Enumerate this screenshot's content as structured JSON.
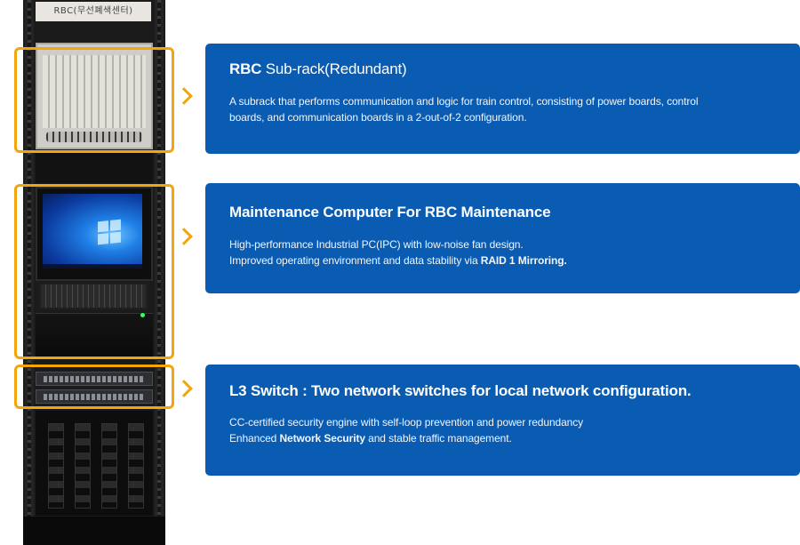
{
  "rack": {
    "label": "RBC(무선폐색센터)"
  },
  "colors": {
    "card_background": "#0a5bb2",
    "highlight": "#f2a50c",
    "text": "#ffffff"
  },
  "cards": [
    {
      "title_bold": "RBC",
      "title_rest": " Sub-rack(Redundant)",
      "description_line1": "A subrack that performs communication and logic for train control, consisting of power boards, control",
      "description_line2": "boards, and communication boards in a 2-out-of-2 configuration."
    },
    {
      "title": "Maintenance Computer For RBC Maintenance",
      "description_line1": "High-performance Industrial PC(IPC) with low-noise fan design.",
      "description_line2_prefix": "Improved operating environment and data stability via ",
      "description_line2_bold": "RAID 1 Mirroring."
    },
    {
      "title": "L3 Switch : Two network switches for local network configuration.",
      "description_line1": "CC-certified security engine with self-loop prevention and power redundancy",
      "description_line2_prefix": "Enhanced ",
      "description_line2_bold": "Network Security",
      "description_line2_suffix": " and stable traffic management."
    }
  ]
}
